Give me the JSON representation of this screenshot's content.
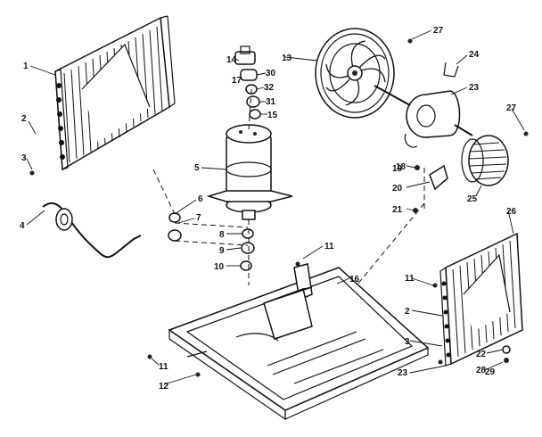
{
  "labels": {
    "l1": "1",
    "l2a": "2",
    "l3a": "3",
    "l4": "4",
    "l5": "5",
    "l6": "6",
    "l7": "7",
    "l8": "8",
    "l9": "9",
    "l10": "10",
    "l11a": "11",
    "l11b": "11",
    "l11c": "11",
    "l12": "12",
    "l13": "13",
    "l14": "14",
    "l15": "15",
    "l16": "16",
    "l17": "17",
    "l18": "18",
    "l19": "19",
    "l20": "20",
    "l21": "21",
    "l22": "22",
    "l23a": "23",
    "l23b": "23",
    "l24": "24",
    "l25": "25",
    "l26": "26",
    "l27a": "27",
    "l27b": "27",
    "l2b": "2",
    "l3b": "3",
    "l28": "28",
    "l29": "29",
    "l30": "30",
    "l31": "31",
    "l32": "32"
  }
}
